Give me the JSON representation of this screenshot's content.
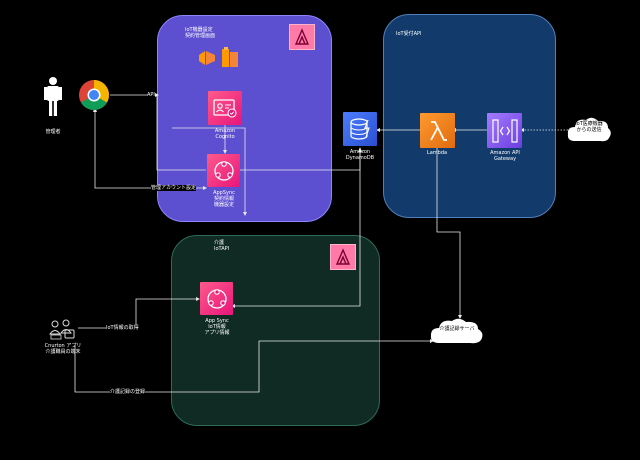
{
  "groups": {
    "iot_settings": "IoT機器設定\n契約管理画面",
    "iot_api": "IoT受付API",
    "care_api": "介護\nIoTAPI"
  },
  "nodes": {
    "admin": "管理者",
    "cognito": "Amazon\nCognito",
    "appsync_contract": "AppSync\n契約情報\n機器設定",
    "dynamodb": "Amazon\nDynamoDB",
    "lambda": "Lambda",
    "api_gateway": "Amazon API\nGateway",
    "iot_device": "IoT医療機器\nからの送信",
    "appsync_care": "App Sync\nIoT情報\nアプリ情報",
    "care_server": "介護記録サーバ",
    "client_app": "Cnurton アプリ\n介護職員の端末"
  },
  "edges": {
    "api": "API",
    "account": "管理アカウント設定",
    "iot_fetch": "IoT情報の取得",
    "care_record": "介護記録の登録"
  },
  "icons": {
    "person": "person-icon",
    "chrome": "chrome-icon",
    "amplify": "amplify-icon",
    "cognito": "cognito-icon",
    "appsync": "appsync-icon",
    "dynamodb": "dynamodb-icon",
    "lambda": "lambda-icon",
    "api_gateway": "api-gateway-icon",
    "cloud": "cloud-icon",
    "users": "users-icon"
  }
}
